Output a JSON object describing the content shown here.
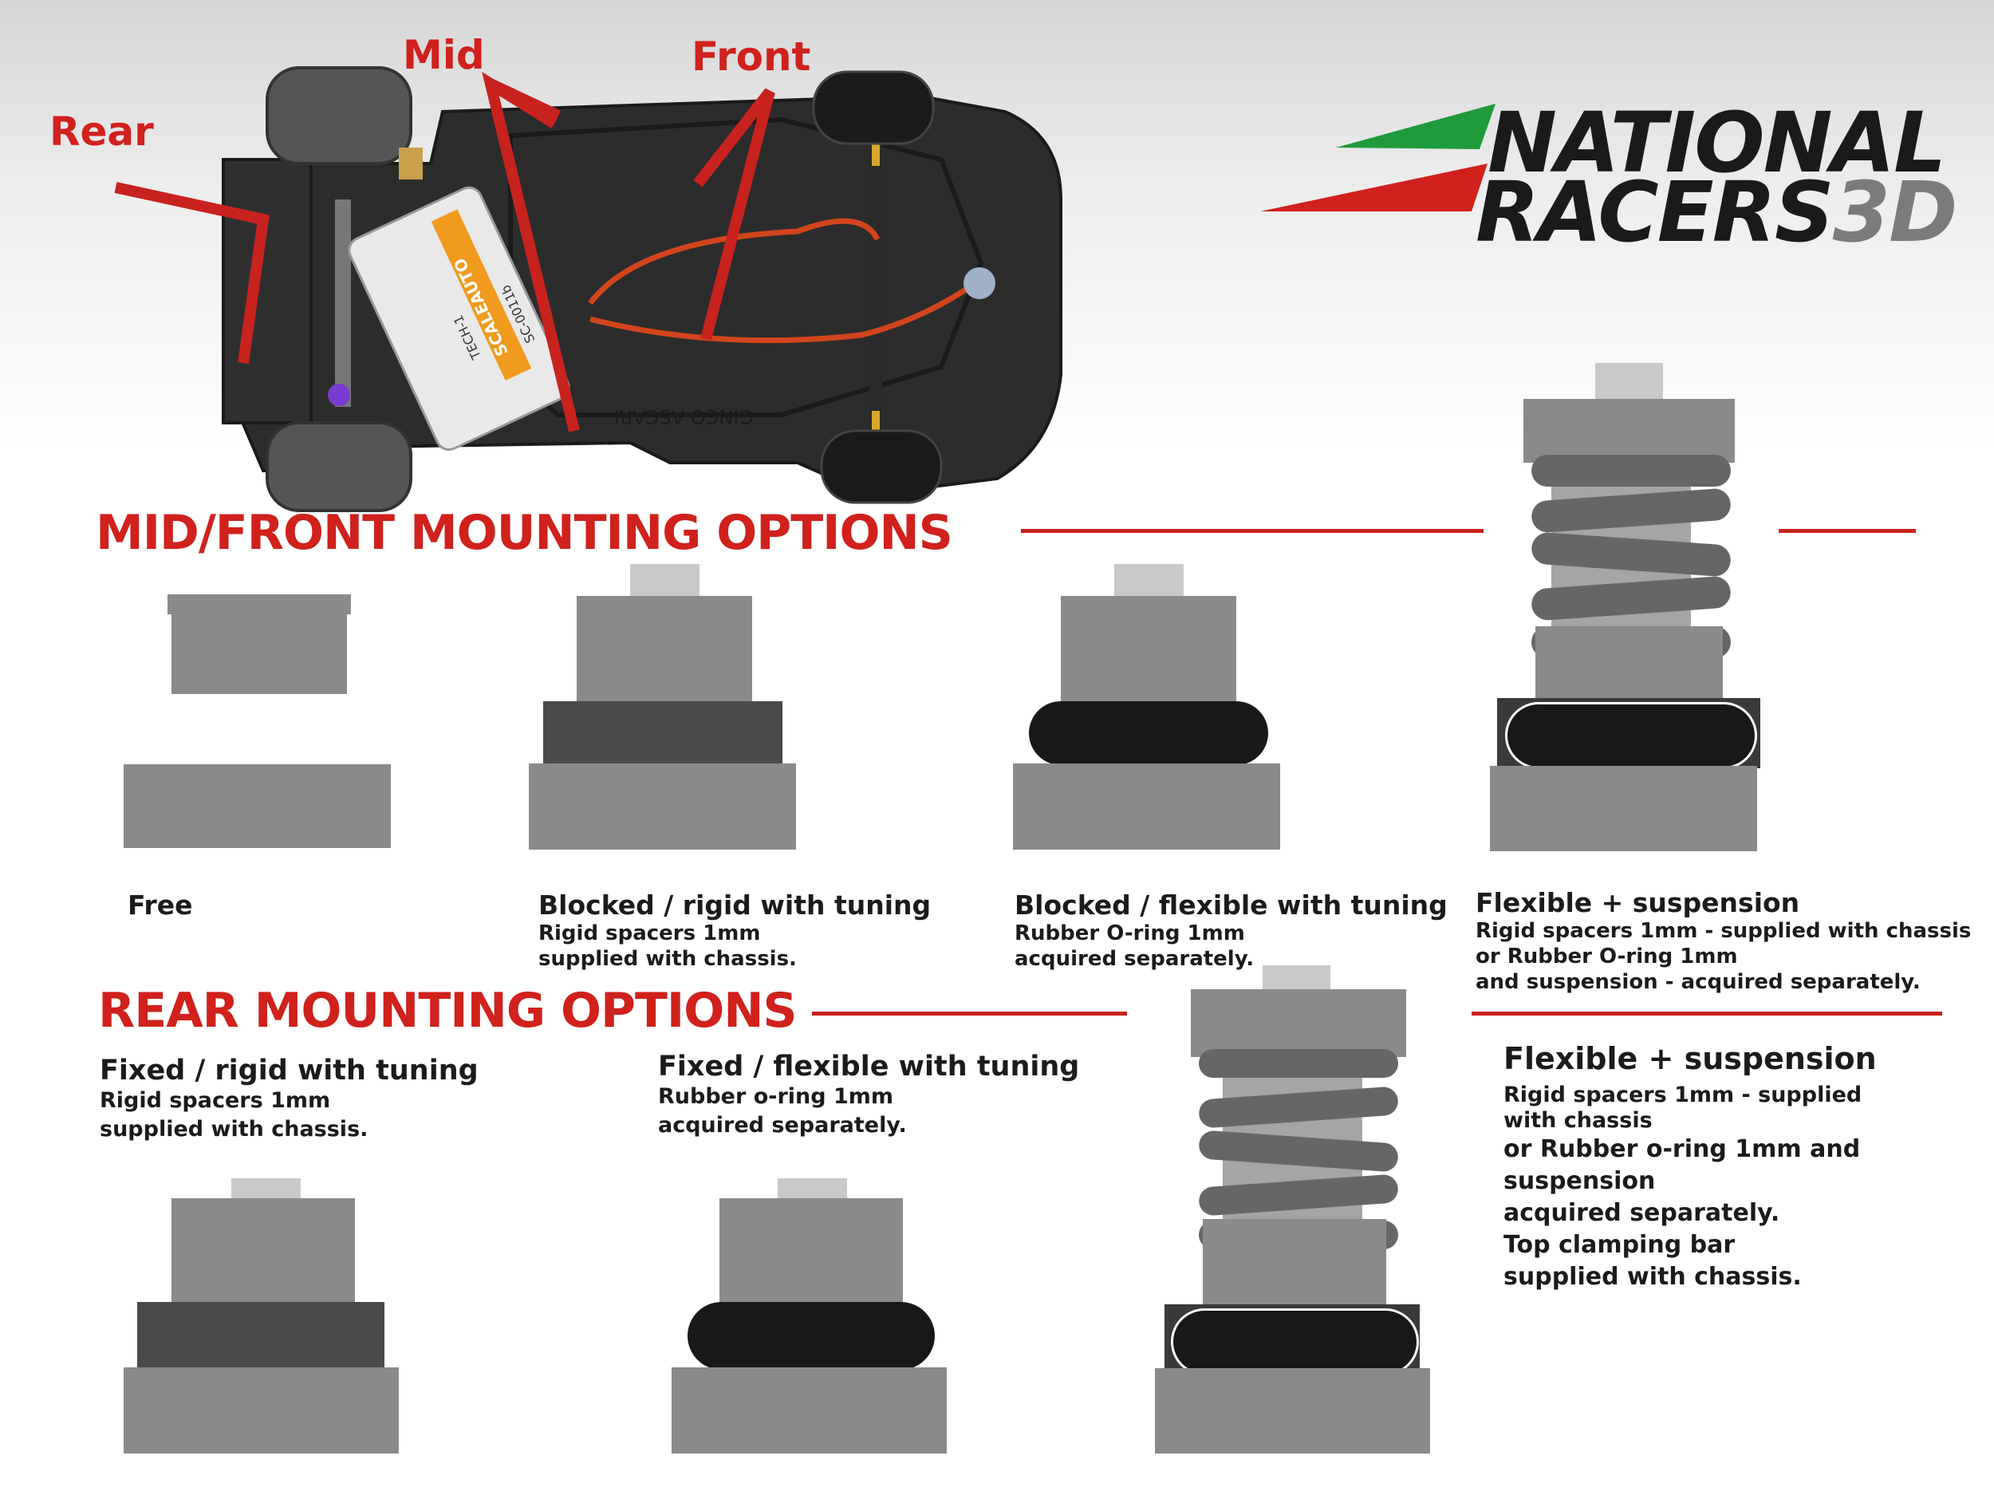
{
  "callouts": {
    "rear": "Rear",
    "mid": "Mid",
    "front": "Front"
  },
  "logo": {
    "line1": "NATIONAL",
    "line2": "RACERS",
    "suffix": "3D"
  },
  "chassis_photo": {
    "motor_brand": "SCALEAUTO",
    "motor_model": "TECH-1",
    "motor_code": "SC-0011b",
    "chassis_text": "GINCO ASCARI"
  },
  "mid_front": {
    "title": "MID/FRONT  MOUNTING OPTIONS",
    "options": [
      {
        "heading": "Free",
        "lines": []
      },
      {
        "heading": "Blocked / rigid with tuning",
        "lines": [
          "Rigid spacers 1mm",
          "supplied with chassis."
        ]
      },
      {
        "heading": "Blocked / flexible with tuning",
        "lines": [
          "Rubber O-ring 1mm",
          "acquired separately."
        ]
      },
      {
        "heading": "Flexible + suspension",
        "lines": [
          "Rigid spacers 1mm - supplied with chassis",
          "or Rubber O-ring 1mm",
          "and suspension - acquired separately."
        ]
      }
    ]
  },
  "rear": {
    "title": "REAR MOUNTING OPTIONS",
    "options": [
      {
        "heading": "Fixed / rigid with tuning",
        "lines": [
          "Rigid spacers 1mm",
          "supplied with chassis."
        ]
      },
      {
        "heading": "Fixed / flexible with tuning",
        "lines": [
          "Rubber o-ring 1mm",
          "acquired separately."
        ]
      },
      {
        "heading": "Flexible + suspension",
        "lines": [
          "Rigid spacers 1mm - supplied",
          "with chassis",
          "or Rubber o-ring 1mm and",
          "suspension",
          "acquired separately.",
          "Top clamping bar",
          "supplied with chassis."
        ]
      }
    ]
  },
  "colors": {
    "accent_red": "#d0211c",
    "logo_green": "#1f9a3a",
    "logo_dark": "#1a1a1a",
    "logo_grey": "#7b7b7b"
  }
}
